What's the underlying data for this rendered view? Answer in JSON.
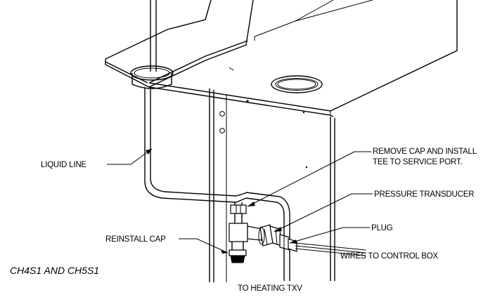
{
  "diagram": {
    "labels": {
      "liquid_line": "LIQUID LINE",
      "remove_cap_line1": "REMOVE CAP AND INSTALL",
      "remove_cap_line2": "TEE TO SERVICE PORT.",
      "pressure_transducer": "PRESSURE TRANSDUCER",
      "plug": "PLUG",
      "reinstall_cap": "REINSTALL CAP",
      "wires_to_control_box": "WIRES TO CONTROL BOX",
      "to_heating_txv": "TO HEATING TXV",
      "model_caption": "CH4S1 AND CH5S1"
    }
  }
}
